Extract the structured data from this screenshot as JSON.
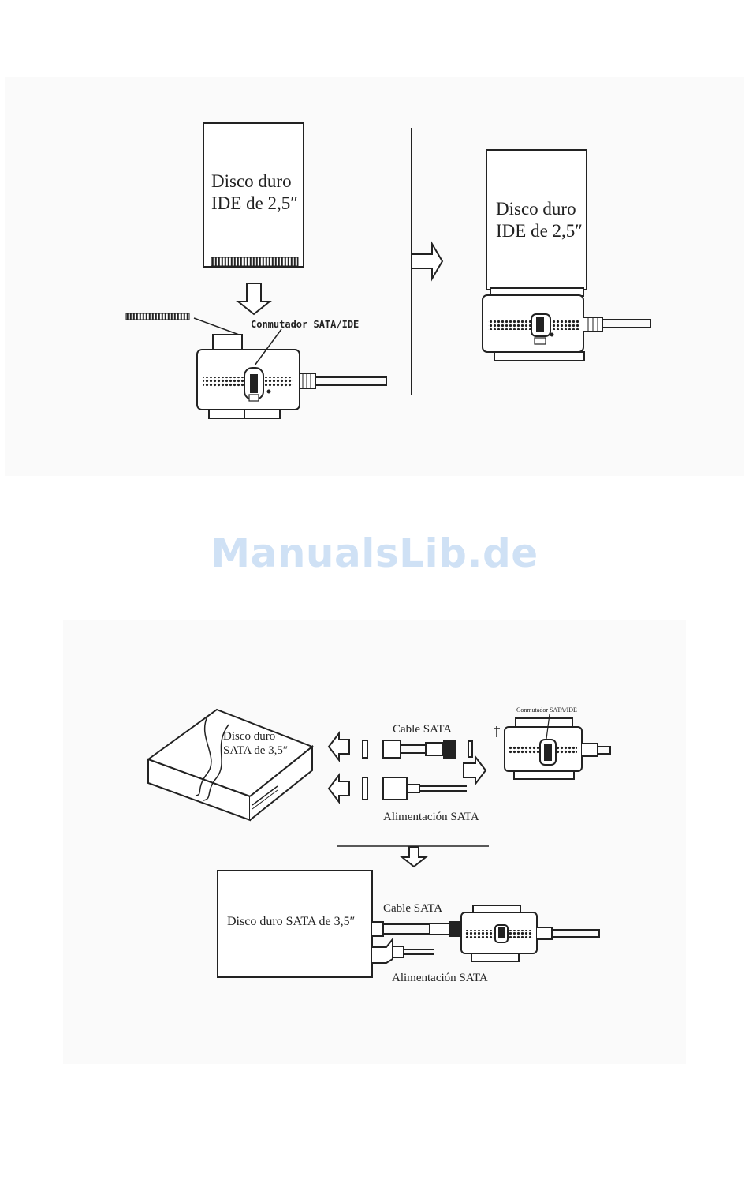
{
  "watermark": "ManualsLib.de",
  "diagram_top": {
    "hdd_label_line1": "Disco duro",
    "hdd_label_line2": "IDE de 2,5″",
    "switch_label": "Conmutador SATA/IDE",
    "result_label_line1": "Disco duro",
    "result_label_line2": "IDE de 2,5″"
  },
  "diagram_bottom": {
    "hdd_label_line1": "Disco duro",
    "hdd_label_line2": "SATA de 3,5″",
    "cable_sata_label": "Cable SATA",
    "power_sata_label": "Alimentación SATA",
    "switch_label": "Conmutador SATA/IDE",
    "result_hdd_label": "Disco duro SATA de 3,5″",
    "result_cable_label": "Cable SATA",
    "result_power_label": "Alimentación SATA"
  },
  "colors": {
    "line": "#222222",
    "watermark": "#cfe1f5",
    "panel": "#fafafa"
  }
}
